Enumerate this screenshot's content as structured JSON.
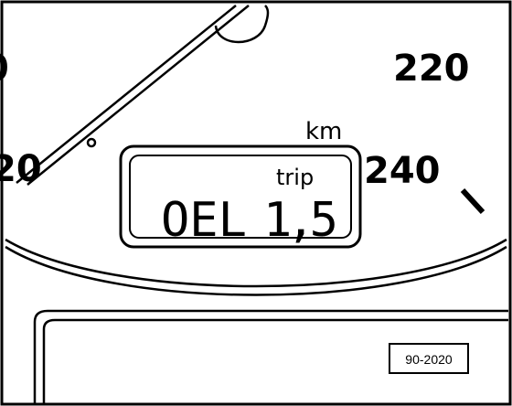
{
  "scale": {
    "top_left_fragment": "0",
    "top_right_number": "220",
    "mid_left_fragment": "20",
    "mid_right_number": "240"
  },
  "unit_label": "km",
  "display": {
    "mode_label": "trip",
    "message": "OEL",
    "value": "1,5"
  },
  "reference_code": "90-2020"
}
